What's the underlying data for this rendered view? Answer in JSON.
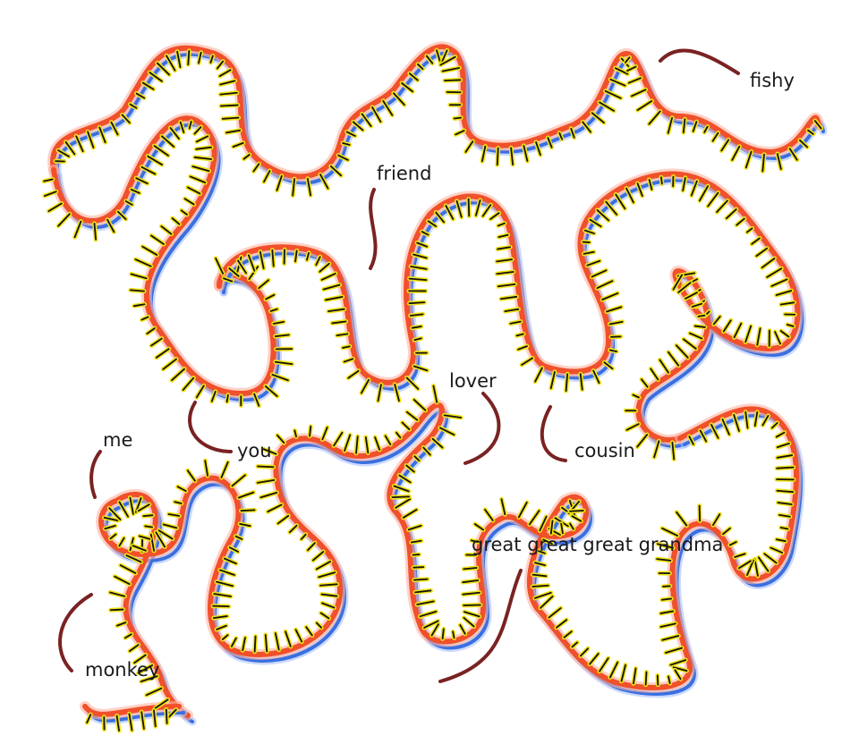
{
  "colors": {
    "strand_a": "#f0502a",
    "strand_b": "#3a6fe0",
    "rung": "#f2e21a",
    "rung_outline": "#111111",
    "arrow": "#7a2222"
  },
  "labels": {
    "fishy": "fishy",
    "friend": "friend",
    "lover": "lover",
    "me": "me",
    "you": "you",
    "cousin": "cousin",
    "grandma": "great great great grandma",
    "monkey": "monkey"
  }
}
